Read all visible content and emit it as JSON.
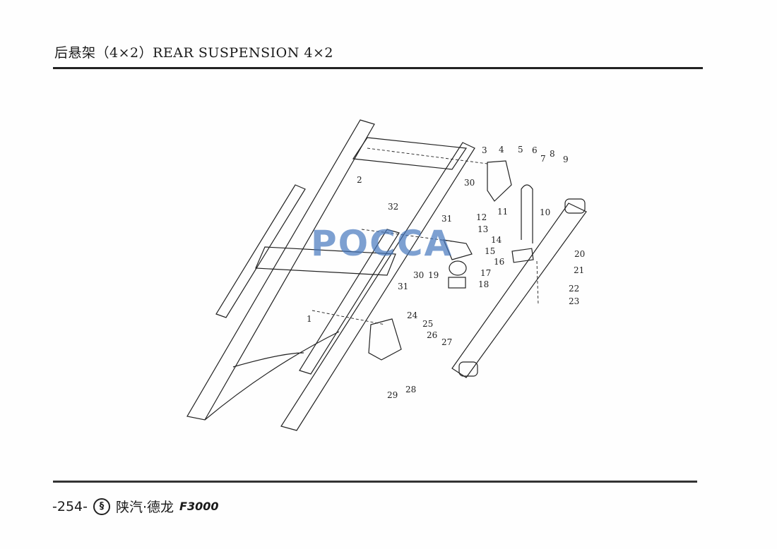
{
  "header": {
    "title": "后悬架（4×2）REAR SUSPENSION 4×2"
  },
  "footer": {
    "page_number": "-254-",
    "brand": "陕汽·德龙",
    "model": "F3000",
    "logo_icon": "shacman-logo-icon"
  },
  "watermark": "POCCA",
  "callouts": [
    {
      "label": "1"
    },
    {
      "label": "2"
    },
    {
      "label": "3"
    },
    {
      "label": "4"
    },
    {
      "label": "5"
    },
    {
      "label": "6"
    },
    {
      "label": "7"
    },
    {
      "label": "8"
    },
    {
      "label": "9"
    },
    {
      "label": "10"
    },
    {
      "label": "11"
    },
    {
      "label": "12"
    },
    {
      "label": "13"
    },
    {
      "label": "14"
    },
    {
      "label": "15"
    },
    {
      "label": "16"
    },
    {
      "label": "17"
    },
    {
      "label": "18"
    },
    {
      "label": "19"
    },
    {
      "label": "20"
    },
    {
      "label": "21"
    },
    {
      "label": "22"
    },
    {
      "label": "23"
    },
    {
      "label": "24"
    },
    {
      "label": "25"
    },
    {
      "label": "26"
    },
    {
      "label": "27"
    },
    {
      "label": "28"
    },
    {
      "label": "29"
    },
    {
      "label": "30"
    },
    {
      "label": "30"
    },
    {
      "label": "31"
    },
    {
      "label": "31"
    },
    {
      "label": "32"
    }
  ]
}
